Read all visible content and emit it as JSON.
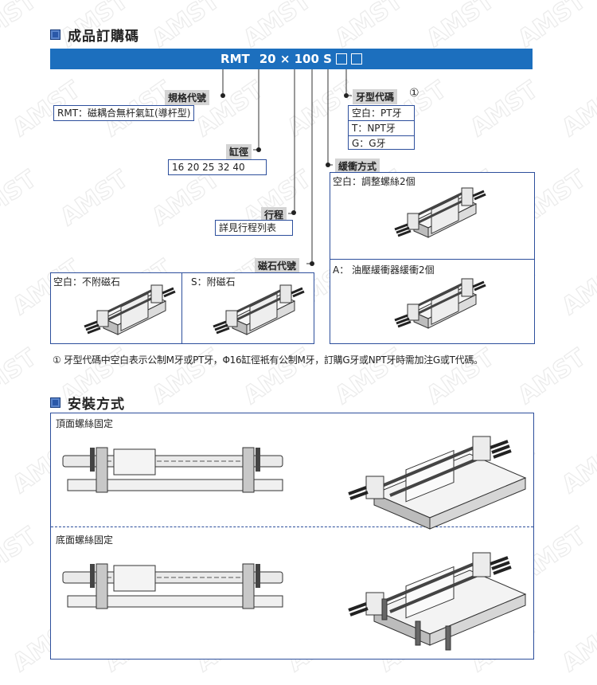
{
  "watermark": "AMST",
  "order": {
    "title": "成品訂購碼",
    "code": {
      "model": "RMT",
      "spec": "20 × 100 S"
    },
    "model": {
      "tag": "規格代號",
      "value": "RMT：磁耦合無杆氣缸(導杆型)"
    },
    "bore": {
      "tag": "缸徑",
      "value": "16 20 25 32 40"
    },
    "stroke": {
      "tag": "行程",
      "value": "詳見行程列表"
    },
    "magnet": {
      "tag": "磁石代號",
      "options": [
        "空白：不附磁石",
        "S：附磁石"
      ]
    },
    "thread": {
      "tag": "牙型代碼",
      "mark": "①",
      "options": [
        "空白：PT牙",
        "T：NPT牙",
        "G：G牙"
      ]
    },
    "cushion": {
      "tag": "緩衝方式",
      "options": [
        "空白：調整螺絲2個",
        "A：  油壓緩衝器緩衝2個"
      ]
    },
    "note": "① 牙型代碼中空白表示公制M牙或PT牙，Φ16缸徑衹有公制M牙，訂購G牙或NPT牙時需加注G或T代碼。"
  },
  "mounting": {
    "title": "安裝方式",
    "top": "頂面螺絲固定",
    "bottom": "底面螺絲固定"
  }
}
